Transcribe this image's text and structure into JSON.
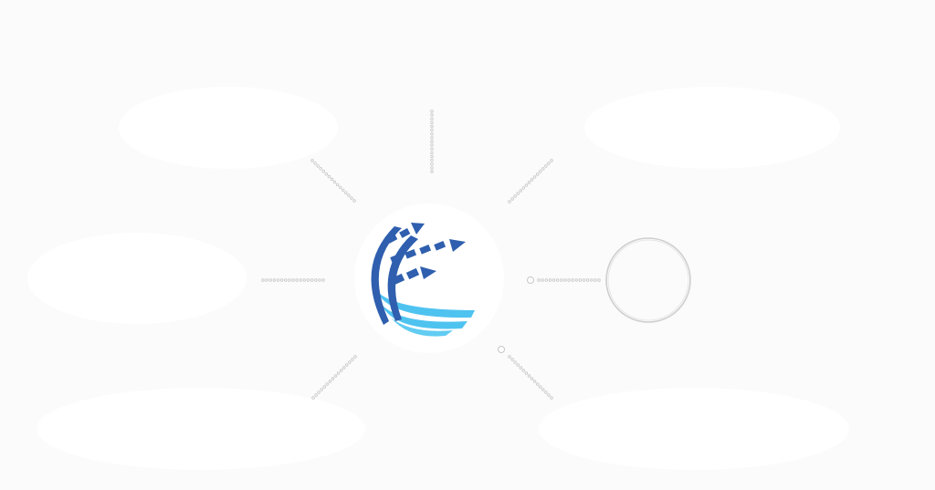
{
  "diagram": {
    "center": {
      "logo": "globe-arrows-logo",
      "colors": {
        "dark_blue": "#2f5fae",
        "light_blue": "#4fc3f0"
      }
    },
    "connectors": [
      {
        "direction": "top"
      },
      {
        "direction": "top-left"
      },
      {
        "direction": "top-right"
      },
      {
        "direction": "left"
      },
      {
        "direction": "right"
      },
      {
        "direction": "bottom-left"
      },
      {
        "direction": "bottom-right"
      }
    ],
    "nodes": [
      {
        "direction": "right",
        "shape": "circle-outline",
        "color": "#cfcfcf"
      }
    ],
    "connector_color": "#c6c6c6"
  }
}
